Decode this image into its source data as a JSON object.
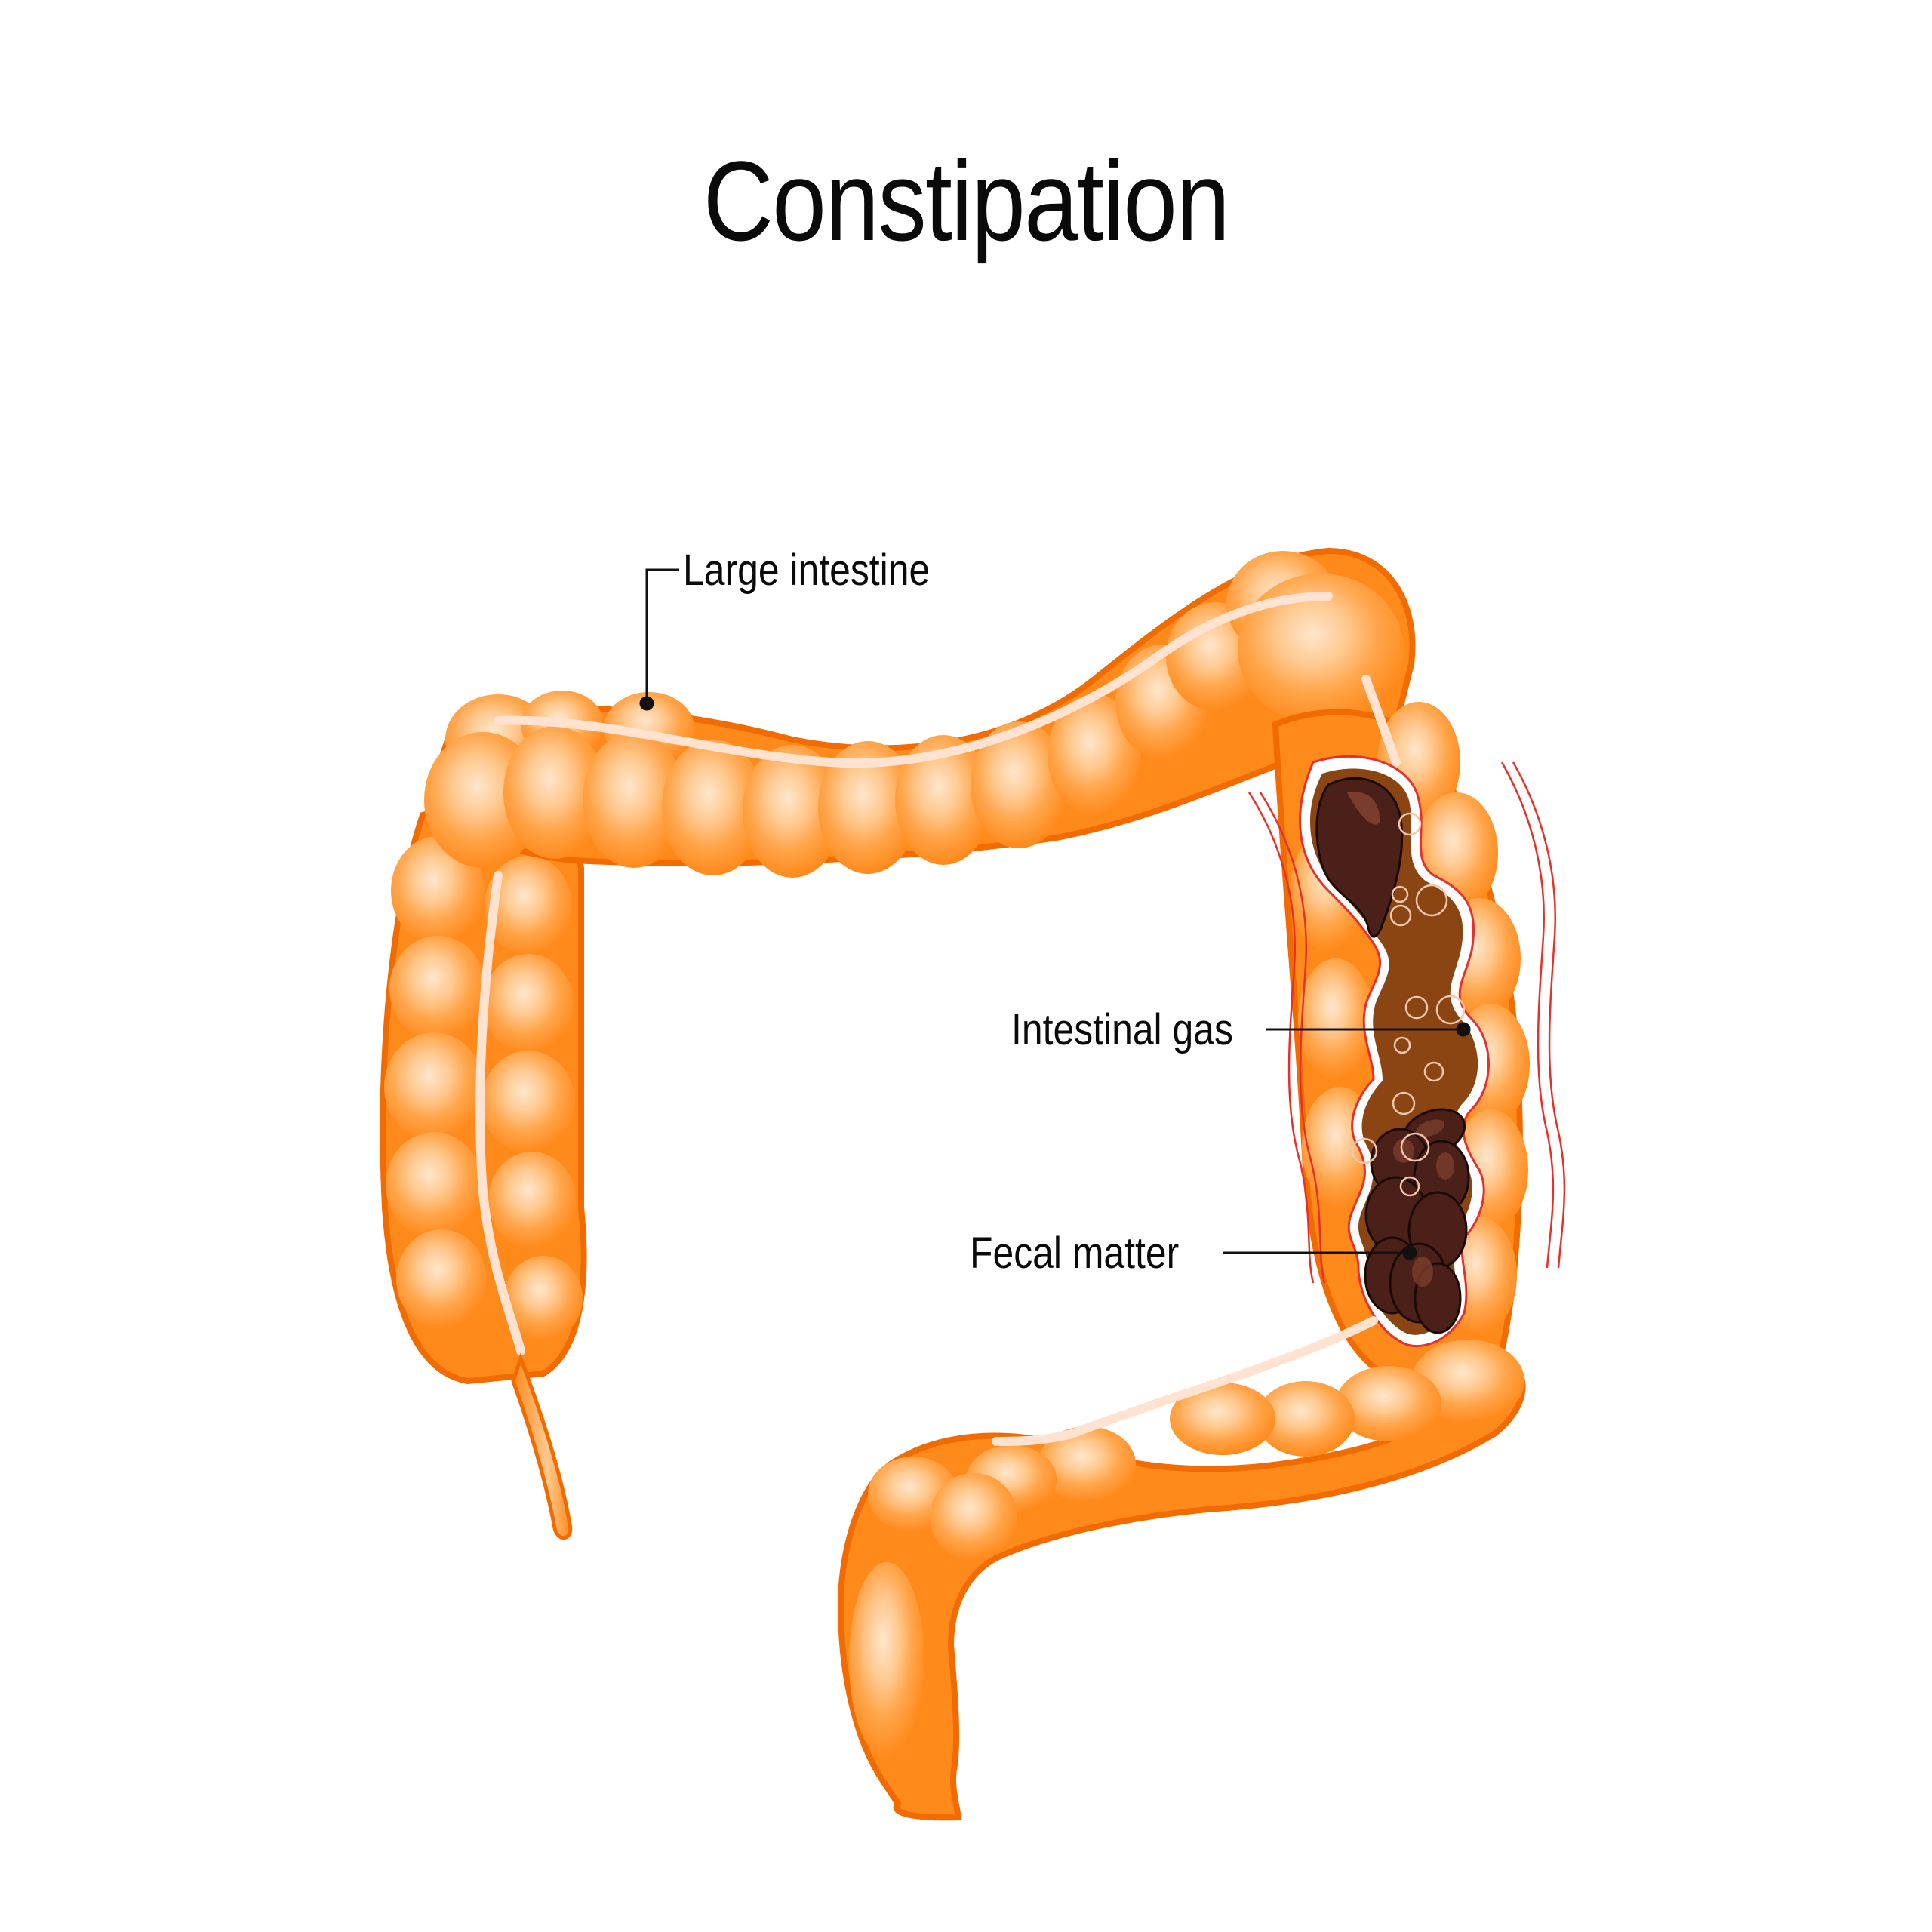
{
  "title": "Constipation",
  "labels": {
    "large_intestine": "Large intestine",
    "intestinal_gas": "Intestinal gas",
    "fecal_matter": "Fecal matter"
  },
  "colors": {
    "colon_outline": "#f26b00",
    "colon_base": "#ff8a1c",
    "colon_mid": "#ffa54a",
    "colon_light": "#ffc98f",
    "colon_highlight": "#ffe6cc",
    "taenia_band": "#ffe2d0",
    "lumen_fill": "#8a4512",
    "stool_dark": "#4a2018",
    "stool_highlight": "#7a3d2c",
    "cut_edge_white": "#ffffff",
    "cut_edge_red": "#e8302a",
    "leader_line": "#111111"
  }
}
